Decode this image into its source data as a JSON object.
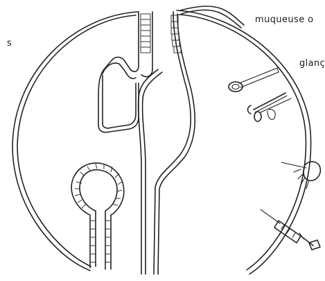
{
  "figure": {
    "labels": {
      "left_edge": "s",
      "mucosa": "muqueuse o",
      "gland": "glanç"
    },
    "icons": [
      "balloon-icon",
      "hook-icon",
      "swab-icon",
      "brush-icon",
      "syringe-icon"
    ],
    "ink_color": "#222222",
    "background_color": "#ffffff"
  }
}
